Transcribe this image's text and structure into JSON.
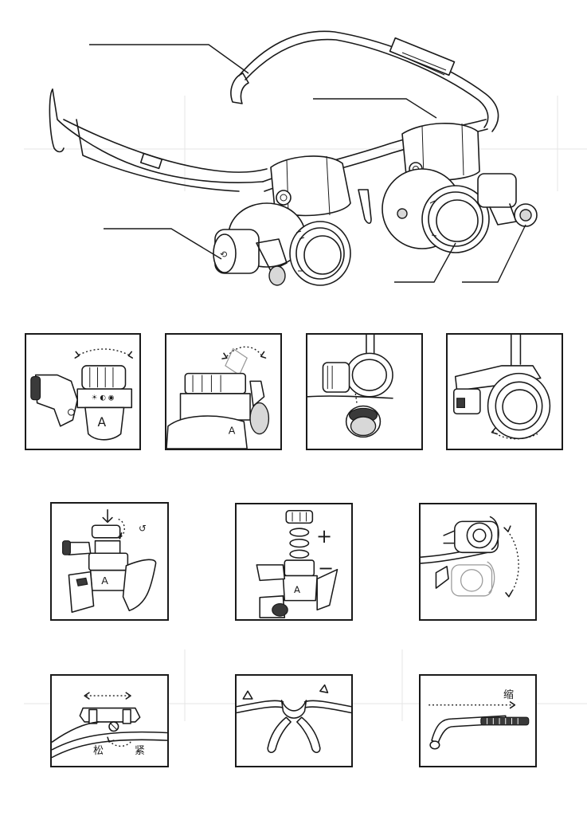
{
  "labels": {
    "plus_sign": "+",
    "minus_sign": "−",
    "loosen_char": "松",
    "tighten_char": "紧",
    "retract_char": "缩",
    "lens_mark": "A"
  },
  "panels": [
    {
      "id": "light-head-swivel",
      "row": 1,
      "col": 1
    },
    {
      "id": "head-rotation",
      "row": 1,
      "col": 2
    },
    {
      "id": "lens-removal",
      "row": 1,
      "col": 3
    },
    {
      "id": "lens-ring-rotation",
      "row": 1,
      "col": 4
    },
    {
      "id": "cap-unscrew",
      "row": 2,
      "col": 1
    },
    {
      "id": "battery-insertion",
      "row": 2,
      "col": 2
    },
    {
      "id": "light-arm-flip",
      "row": 2,
      "col": 3
    },
    {
      "id": "bridge-loosen-tighten",
      "row": 3,
      "col": 1
    },
    {
      "id": "nose-pad",
      "row": 3,
      "col": 2
    },
    {
      "id": "temple-retract",
      "row": 3,
      "col": 3
    }
  ],
  "colors": {
    "line": "#1a1a1a",
    "background": "#ffffff",
    "shade": "#d8d8d8"
  }
}
